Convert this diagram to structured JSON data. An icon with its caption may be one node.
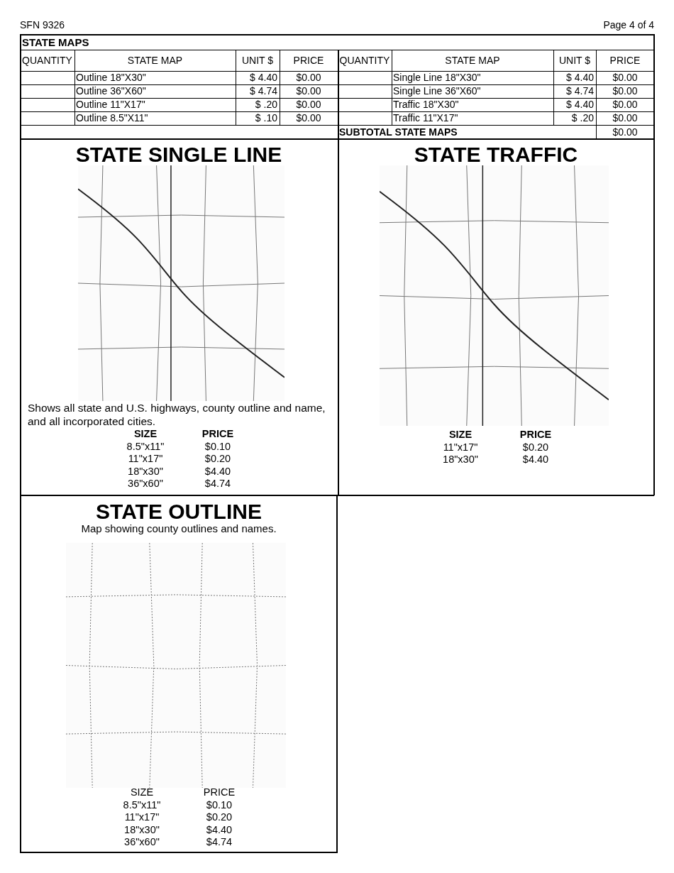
{
  "diagram": {
    "nodes": [
      {
        "text": [
          "STATE SINGLE LINE",
          "Shows all state and U.S. highways, county outline and name, and all incorporated cities."
        ]
      },
      {
        "text": [],
        "shape": "picture",
        "in": 0
      },
      {
        "text": [
          "STATE TRAFFIC"
        ]
      },
      {
        "text": [],
        "shape": "picture",
        "in": 2
      },
      {
        "text": [
          "STATE OUTLINE",
          "Map showing county outlines and names."
        ]
      },
      {
        "text": [],
        "shape": "picture",
        "in": 4
      }
    ],
    "edges": [],
    "labels": [
      "SFN 9326",
      "Page 4 of 4",
      "STATE MAPS",
      "QUANTITY",
      "STATE MAP",
      "UNIT $",
      "PRICE",
      "QUANTITY",
      "STATE MAP",
      "UNIT $",
      "PRICE",
      "Outline 18\"X30\"",
      "$ 4.40",
      "$0.00",
      "Single Line 18\"X30\"",
      "$ 4.40",
      "$0.00",
      "Outline 36\"X60\"",
      "$ 4.74",
      "$0.00",
      "Single Line 36\"X60\"",
      "$ 4.74",
      "$0.00",
      "Outline 11\"X17\"",
      "$ .20",
      "$0.00",
      "Traffic 18\"X30\"",
      "$ 4.40",
      "$0.00",
      "Outline 8.5\"X11\"",
      "$ .10",
      "$0.00",
      "Traffic 11\"X17\"",
      "$ .20",
      "$0.00",
      "SUBTOTAL STATE MAPS",
      "$0.00",
      "SIZE",
      "PRICE",
      "8.5\"x11\"",
      "$0.10",
      "11\"x17\"",
      "$0.20",
      "18\"x30\"",
      "$4.40",
      "36\"x60\"",
      "$4.74",
      "SIZE",
      "PRICE",
      "11\"x17\"",
      "$0.20",
      "18\"x30\"",
      "$4.40",
      "SIZE",
      "PRICE",
      "8.5\"x11\"",
      "$0.10",
      "11\"x17\"",
      "$0.20",
      "18\"x30\"",
      "$4.40",
      "36\"x60\"",
      "$4.74"
    ]
  }
}
